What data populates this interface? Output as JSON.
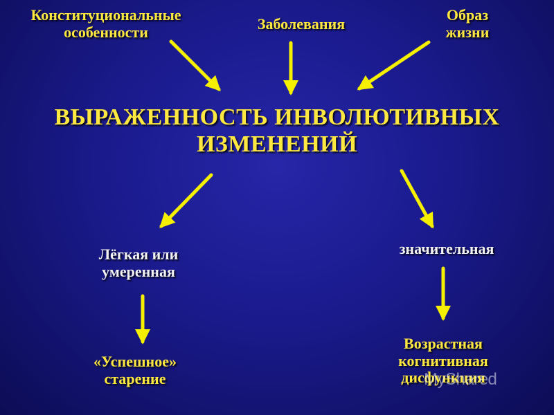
{
  "nodes": {
    "constitutional": "Конституциональные\nособенности",
    "diseases": "Заболевания",
    "lifestyle": "Образ\nжизни",
    "center": "ВЫРАЖЕННОСТЬ ИНВОЛЮТИВНЫХ\nИЗМЕНЕНИЙ",
    "mild": "Лёгкая или\nумеренная",
    "significant": "значительная",
    "successful_aging": "«Успешное»\nстарение",
    "cognitive": "Возрастная\nкогнитивная\nдисфункция"
  },
  "watermark": "MyShared",
  "colors": {
    "background": "#1a1a8c",
    "arrow": "#f5f000",
    "yellow_text": "#fce840",
    "white_text": "#f2f2f2"
  }
}
